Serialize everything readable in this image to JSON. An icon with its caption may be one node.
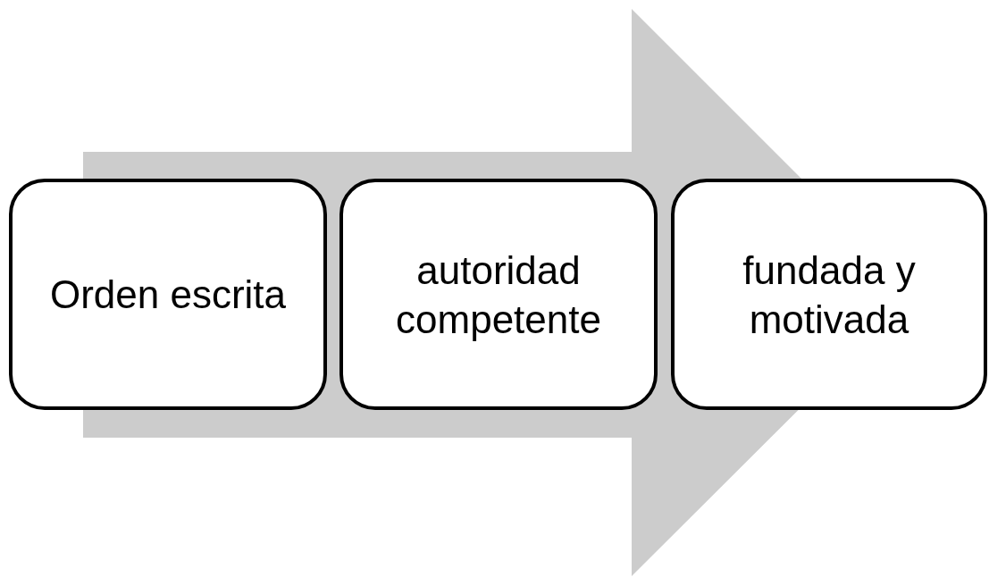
{
  "diagram": {
    "nodes": [
      {
        "text": [
          "Orden escrita"
        ]
      },
      {
        "text": [
          "autoridad competente"
        ]
      },
      {
        "text": [
          "fundada y motivada"
        ]
      }
    ],
    "edges": [
      {
        "from": 0,
        "to": 2,
        "arrow": "to"
      }
    ]
  }
}
